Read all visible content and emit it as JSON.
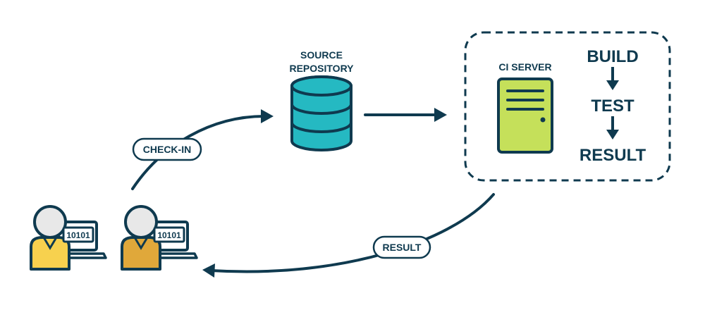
{
  "repository": {
    "label_line1": "SOURCE",
    "label_line2": "REPOSITORY"
  },
  "ci": {
    "server_label": "CI SERVER",
    "steps": [
      "BUILD",
      "TEST",
      "RESULT"
    ]
  },
  "edges": {
    "checkin_label": "CHECK-IN",
    "result_label": "RESULT"
  },
  "developers": [
    {
      "screen_text": "10101",
      "shirt_color": "#f7d14e"
    },
    {
      "screen_text": "10101",
      "shirt_color": "#e0a83a"
    }
  ],
  "colors": {
    "stroke": "#0f3a4f",
    "database": "#25b9c2",
    "server": "#c5e05a",
    "avatar_head": "#e8e8e8"
  }
}
